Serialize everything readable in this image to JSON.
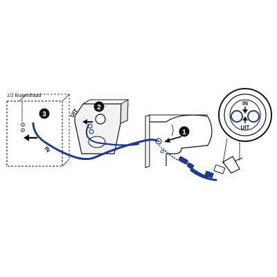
{
  "labels": {
    "buitendraad": "1/2 Buitendraad",
    "in_pipe": "IN",
    "uit_pipe": "UIT",
    "zoom_in": "IN",
    "zoom_uit": "UIT"
  },
  "steps": [
    {
      "number": "3"
    },
    {
      "number": "2"
    },
    {
      "number": "1"
    }
  ],
  "colors": {
    "hose": "#1f3a93",
    "outline": "#111111",
    "background": "#ffffff",
    "panel_fill": "#f2f2f2",
    "step_badge": "#111111"
  },
  "icons": [
    "arrow-left-icon",
    "arrow-right-icon",
    "arrow-up-icon",
    "arrow-down-icon",
    "valve-icon"
  ]
}
